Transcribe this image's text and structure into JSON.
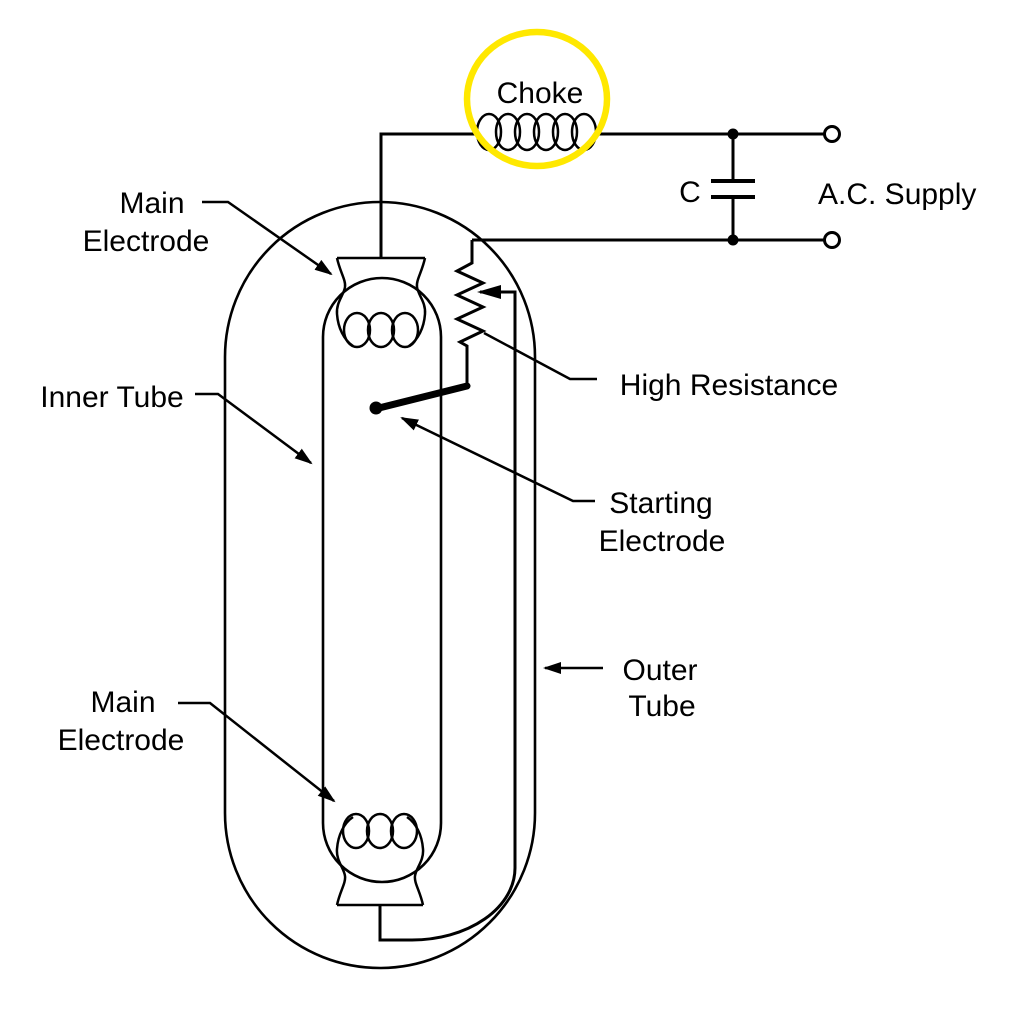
{
  "diagram": {
    "type": "labeled-line-diagram",
    "subject": "discharge-lamp-with-choke-circuit",
    "background": "#ffffff",
    "line_color": "#000000",
    "highlight_circle_color": "#ffe800",
    "labels": {
      "choke": "Choke",
      "capacitor": "C",
      "ac_supply": "A.C. Supply",
      "main_electrode_top": [
        "Main",
        "Electrode"
      ],
      "inner_tube": "Inner Tube",
      "high_resistance": "High Resistance",
      "starting_electrode": [
        "Starting",
        "Electrode"
      ],
      "outer_tube": [
        "Outer",
        "Tube"
      ],
      "main_electrode_bottom": [
        "Main",
        "Electrode"
      ]
    }
  }
}
